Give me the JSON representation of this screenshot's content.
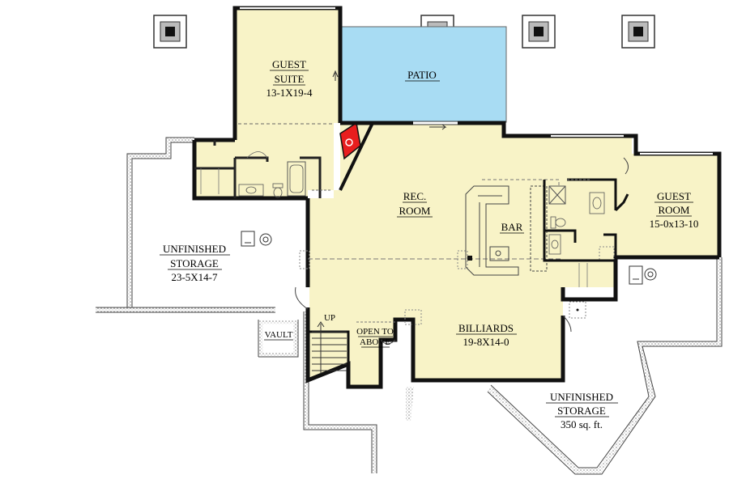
{
  "colors": {
    "floor": "#f8f3c7",
    "patio": "#a8dcf3",
    "wall": "#111111",
    "fireplace": "#e81e1e",
    "foundation_hatch": "#9a9a9a",
    "fixture_line": "#555555"
  },
  "rooms": {
    "guest_suite": {
      "name_1": "GUEST",
      "name_2": "SUITE",
      "size": "13-1X19-4"
    },
    "patio": {
      "name": "PATIO"
    },
    "rec_room": {
      "name_1": "REC.",
      "name_2": "ROOM"
    },
    "bar": {
      "name": "BAR"
    },
    "guest_room": {
      "name_1": "GUEST",
      "name_2": "ROOM",
      "size": "15-0x13-10"
    },
    "unfinished_storage_west": {
      "name_1": "UNFINISHED",
      "name_2": "STORAGE",
      "size": "23-5X14-7"
    },
    "unfinished_storage_east": {
      "name_1": "UNFINISHED",
      "name_2": "STORAGE",
      "size": "350 sq. ft."
    },
    "billiards": {
      "name": "BILLIARDS",
      "size": "19-8X14-0"
    },
    "vault": {
      "name": "VAULT"
    },
    "open_to_above": {
      "name_1": "OPEN TO",
      "name_2": "ABOVE"
    }
  },
  "stair": {
    "label": "UP"
  }
}
